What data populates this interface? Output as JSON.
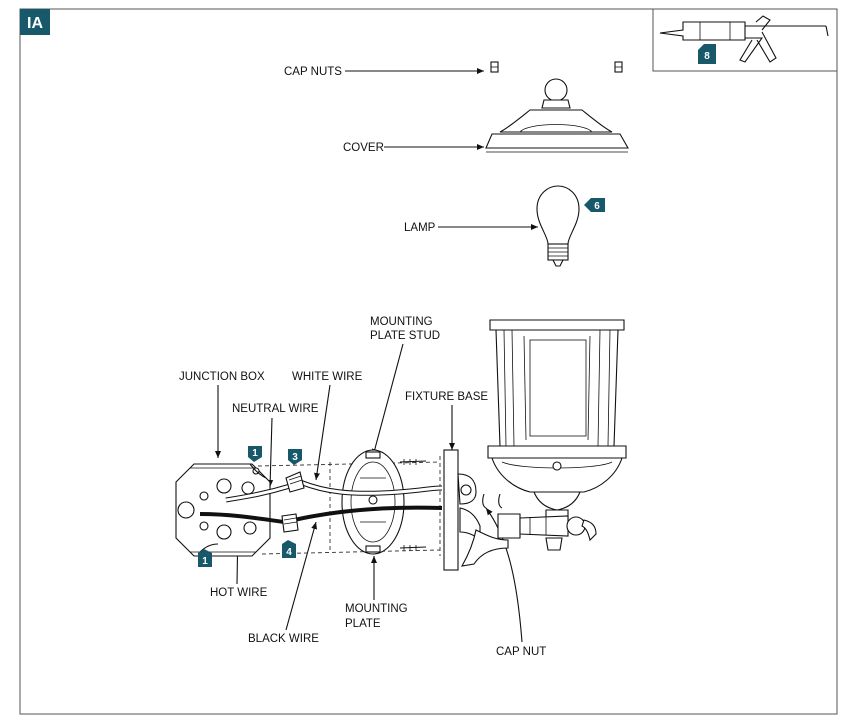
{
  "figure_tag": "IA",
  "colors": {
    "badge": "#17586a",
    "line": "#111111"
  },
  "labels": {
    "cap_nuts": "CAP NUTS",
    "cover": "COVER",
    "lamp": "LAMP",
    "mounting_plate_stud_l1": "MOUNTING",
    "mounting_plate_stud_l2": "PLATE STUD",
    "junction_box": "JUNCTION BOX",
    "white_wire": "WHITE WIRE",
    "neutral_wire": "NEUTRAL WIRE",
    "fixture_base": "FIXTURE BASE",
    "hot_wire": "HOT WIRE",
    "black_wire": "BLACK WIRE",
    "mounting_plate_l1": "MOUNTING",
    "mounting_plate_l2": "PLATE",
    "cap_nut": "CAP NUT"
  },
  "steps": {
    "caulk": "8",
    "lamp": "6",
    "ground_top": "1",
    "ground_bottom": "1",
    "white_connect": "3",
    "black_connect": "4"
  }
}
